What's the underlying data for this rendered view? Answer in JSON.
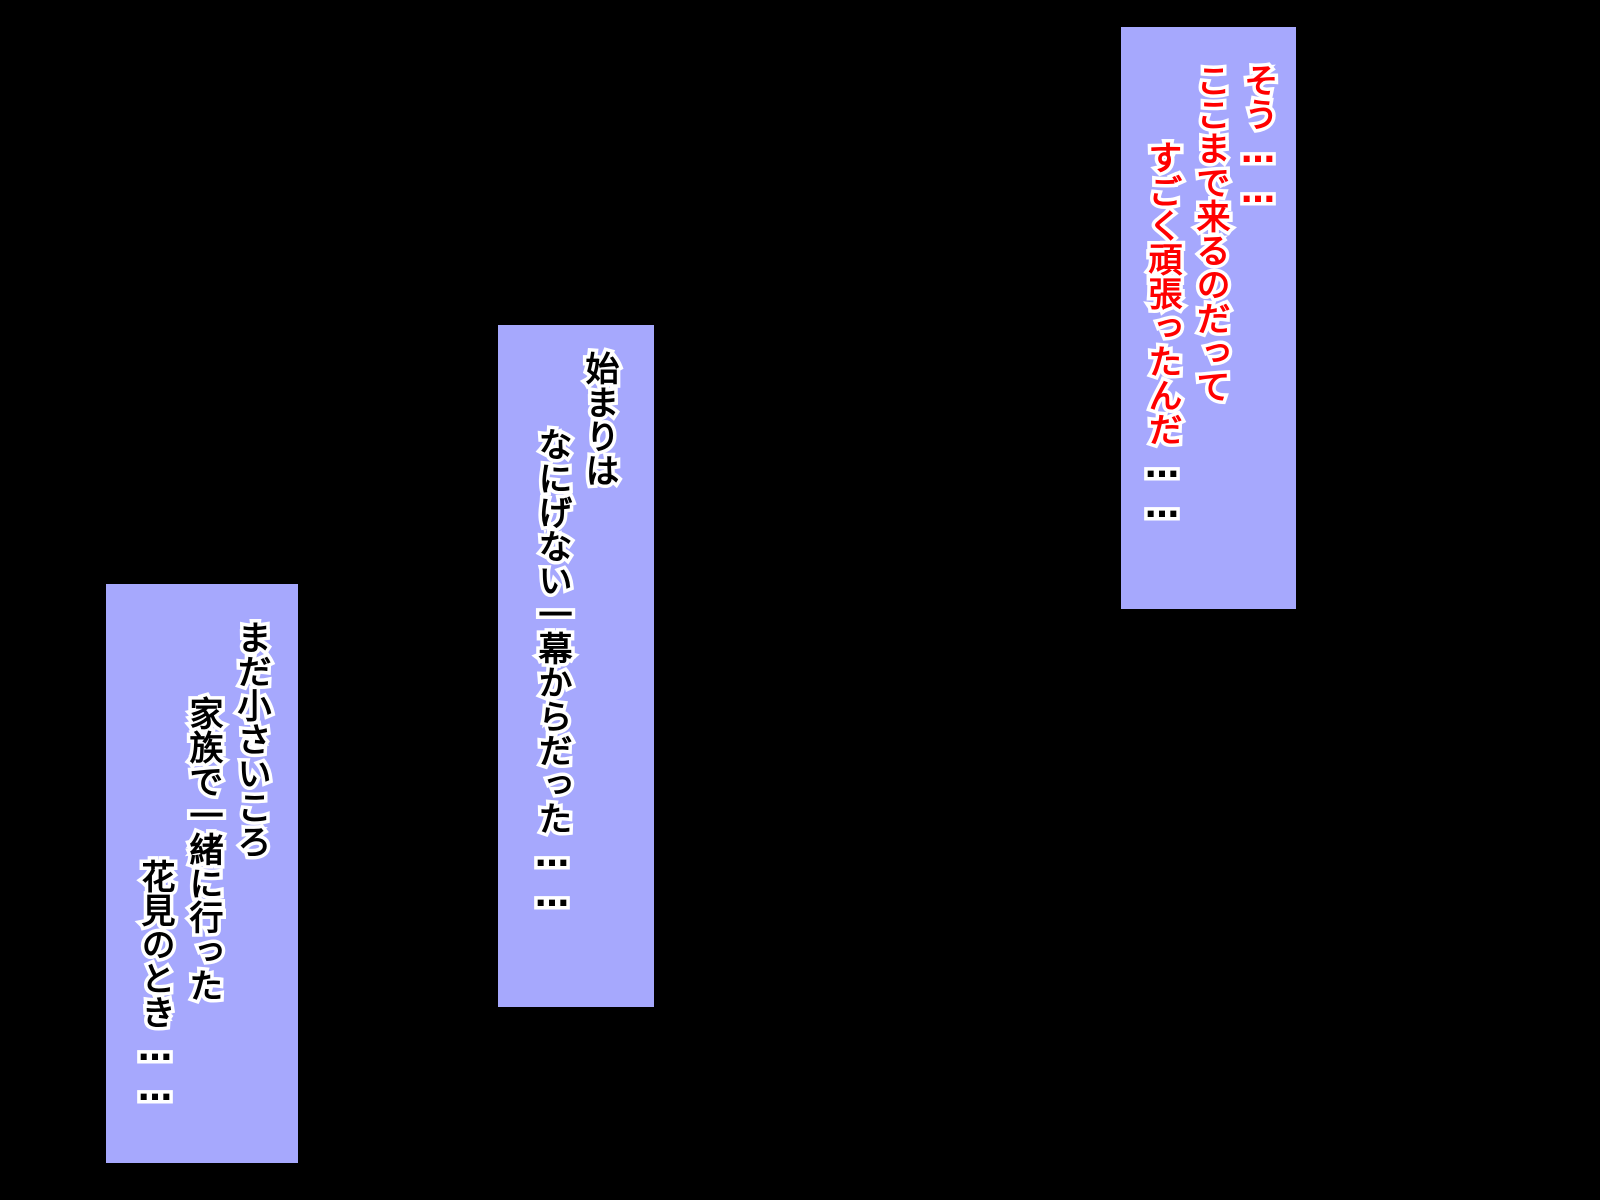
{
  "colors": {
    "background": "#000000",
    "panel": "#a6a8fd",
    "text_black": "#000000",
    "text_red": "#ff0000",
    "outline": "#ffffff"
  },
  "panels": [
    {
      "lines": [
        {
          "text": "そう……",
          "color": "red"
        },
        {
          "text": "ここまで来るのだって",
          "color": "red"
        },
        {
          "text": "すごく頑張ったんだ……",
          "color": "mixed"
        }
      ]
    },
    {
      "lines": [
        {
          "text": "始まりは",
          "color": "black"
        },
        {
          "text": "なにげない一幕からだった……",
          "color": "black"
        }
      ]
    },
    {
      "lines": [
        {
          "text": "まだ小さいころ",
          "color": "black"
        },
        {
          "text": "家族で一緒に行った",
          "color": "black"
        },
        {
          "text": "花見のとき……",
          "color": "black"
        }
      ]
    }
  ],
  "panel1_line3_parts": {
    "red": "すごく頑張ったんだ",
    "black": "……"
  }
}
